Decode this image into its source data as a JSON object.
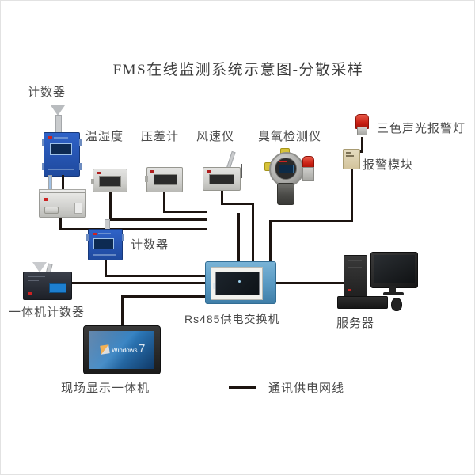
{
  "diagram": {
    "title": "FMS在线监测系统示意图-分散采样",
    "background_color": "#ffffff",
    "wire_color": "#1c1410",
    "accent_color": "#5b9bc4"
  },
  "labels": {
    "counter_top": "计数器",
    "temp_humidity": "温湿度",
    "pressure_gauge": "压差计",
    "anemometer": "风速仪",
    "ozone_detector": "臭氧检测仪",
    "alarm_lamp": "三色声光报警灯",
    "alarm_module": "报警模块",
    "counter_mid": "计数器",
    "aio_counter": "一体机计数器",
    "switch": "Rs485供电交换机",
    "server": "服务器",
    "panel_pc": "现场显示一体机"
  },
  "legend": {
    "line_label": "通讯供电网线"
  },
  "panel_pc_screen": {
    "os_text": "Windows",
    "os_version": "7"
  },
  "nodes": [
    {
      "id": "counter-top",
      "label": "计数器",
      "type": "particle-counter"
    },
    {
      "id": "temp-humidity",
      "label": "温湿度",
      "type": "sensor"
    },
    {
      "id": "pressure-gauge",
      "label": "压差计",
      "type": "sensor"
    },
    {
      "id": "anemometer",
      "label": "风速仪",
      "type": "sensor"
    },
    {
      "id": "ozone-detector",
      "label": "臭氧检测仪",
      "type": "gas-detector"
    },
    {
      "id": "alarm-lamp",
      "label": "三色声光报警灯",
      "type": "beacon"
    },
    {
      "id": "alarm-module",
      "label": "报警模块",
      "type": "module"
    },
    {
      "id": "counter-mid",
      "label": "计数器",
      "type": "particle-counter"
    },
    {
      "id": "aio-counter",
      "label": "一体机计数器",
      "type": "all-in-one-counter"
    },
    {
      "id": "switch",
      "label": "Rs485供电交换机",
      "type": "switch-cabinet"
    },
    {
      "id": "server",
      "label": "服务器",
      "type": "server"
    },
    {
      "id": "panel-pc",
      "label": "现场显示一体机",
      "type": "panel-pc"
    }
  ]
}
